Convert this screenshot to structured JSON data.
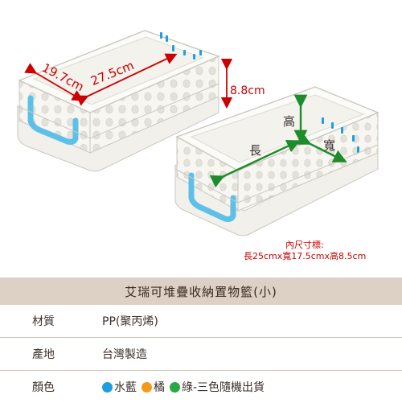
{
  "dimensions": {
    "width_label": "19.7cm",
    "length_label": "27.5cm",
    "height_label": "8.8cm",
    "inner_high": "高",
    "inner_long": "長",
    "inner_wide": "寬"
  },
  "inner_size": {
    "title": "內尺寸標:",
    "value": "長25cmx寬17.5cmx高8.5cm"
  },
  "product_title": "艾瑞可堆疊收納置物籃(小)",
  "specs": {
    "material": {
      "label": "材質",
      "value": "PP(聚丙烯)"
    },
    "origin": {
      "label": "產地",
      "value": "台灣製造"
    },
    "color": {
      "label": "顏色",
      "options": [
        {
          "name": "水藍",
          "hex": "#1e9ee0"
        },
        {
          "name": "橘",
          "hex": "#f39a1c"
        },
        {
          "name": "綠-三色隨機出貨",
          "hex": "#28a745"
        }
      ]
    }
  },
  "colors": {
    "title_bar": "#ddd0c4",
    "dimension_red": "#cc0000",
    "arrow_green": "#1e8c2a",
    "handle_blue": "#5cc0e8"
  }
}
